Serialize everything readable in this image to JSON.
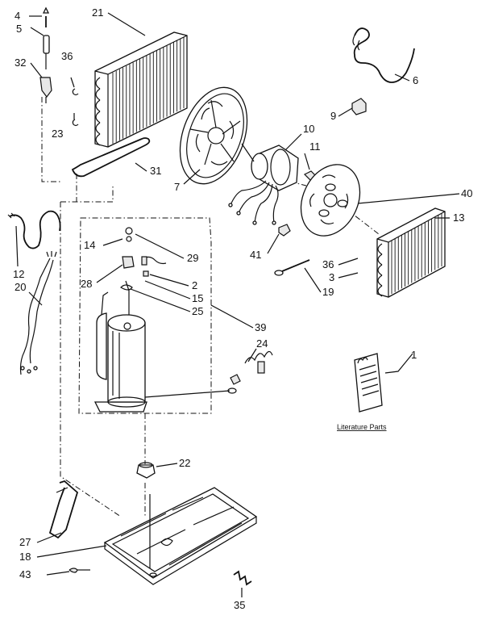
{
  "callouts": [
    "4",
    "5",
    "32",
    "36",
    "23",
    "21",
    "31",
    "7",
    "6",
    "9",
    "10",
    "11",
    "40",
    "13",
    "12",
    "20",
    "14",
    "28",
    "29",
    "2",
    "15",
    "25",
    "39",
    "41",
    "36",
    "3",
    "19",
    "24",
    "1",
    "22",
    "27",
    "18",
    "43",
    "35"
  ],
  "literature_label": "Literature Parts"
}
